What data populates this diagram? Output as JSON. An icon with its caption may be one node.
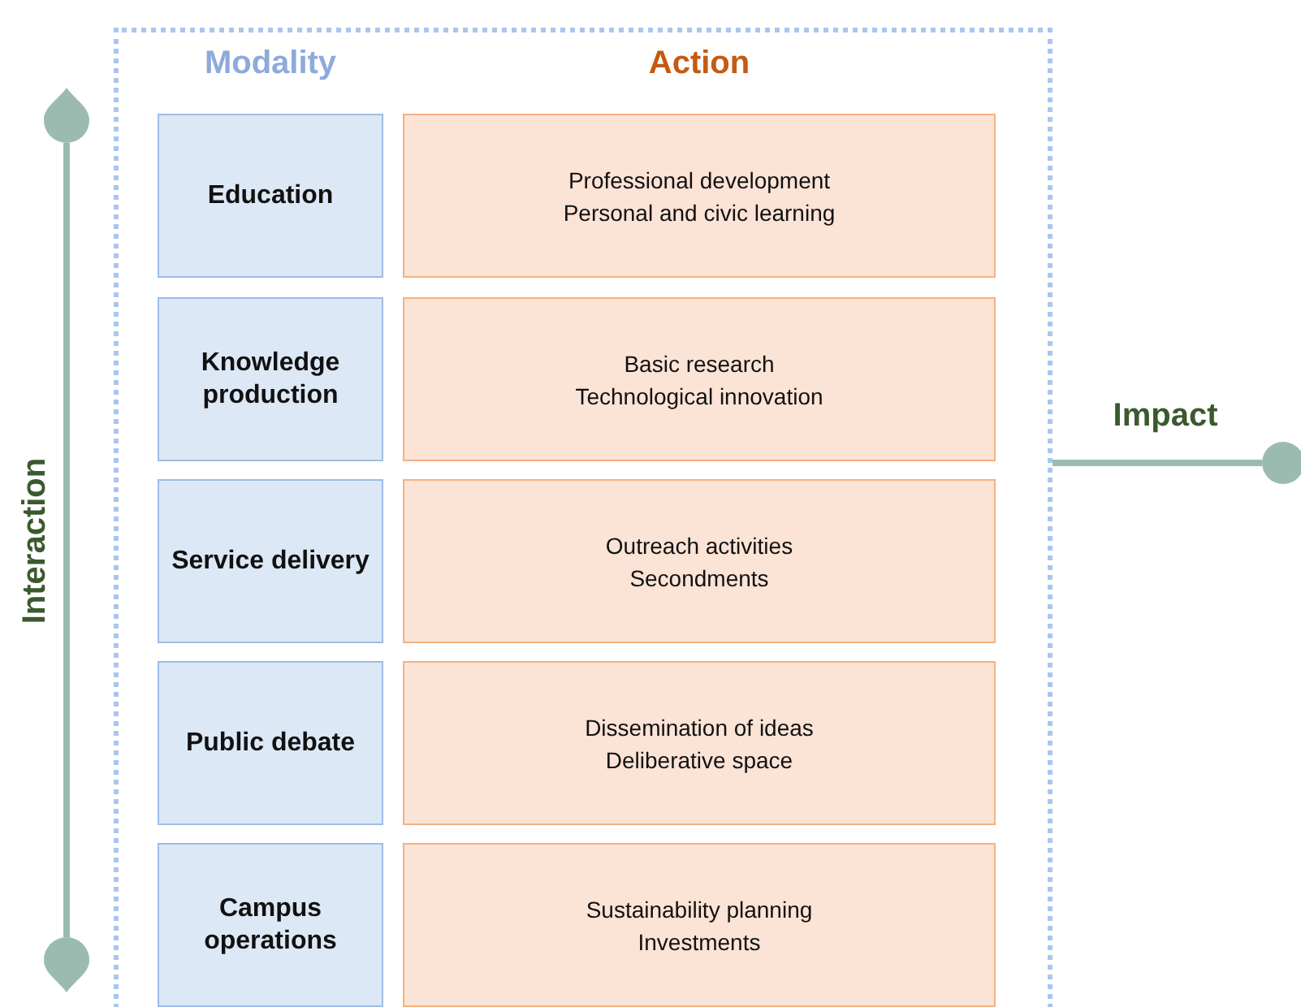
{
  "diagram": {
    "nodes": [
      {
        "text": [],
        "shape": "box"
      },
      {
        "text": [
          "Education"
        ],
        "in": 0
      },
      {
        "text": [
          "Professional development",
          "Personal and civic learning"
        ],
        "in": 0
      },
      {
        "text": [
          "Knowledge production"
        ],
        "in": 0
      },
      {
        "text": [
          "Basic research",
          "Technological innovation"
        ],
        "in": 0
      },
      {
        "text": [
          "Service delivery"
        ],
        "in": 0
      },
      {
        "text": [
          "Outreach activities",
          "Secondments"
        ],
        "in": 0
      },
      {
        "text": [
          "Public debate"
        ],
        "in": 0
      },
      {
        "text": [
          "Dissemination of ideas",
          "Deliberative space"
        ],
        "in": 0
      },
      {
        "text": [
          "Campus operations"
        ],
        "in": 0
      },
      {
        "text": [
          "Sustainability planning",
          "Investments"
        ],
        "in": 0
      },
      {
        "text": [],
        "shape": "drop"
      },
      {
        "text": [],
        "shape": "drop"
      },
      {
        "text": [],
        "shape": "circle"
      }
    ],
    "edges": [
      {
        "from": 11,
        "to": 12,
        "arrow": "none",
        "label": "Interaction"
      },
      {
        "from": 0,
        "to": 13,
        "arrow": "none",
        "label": "Impact"
      }
    ],
    "labels": [
      "Modality",
      "Action"
    ]
  }
}
